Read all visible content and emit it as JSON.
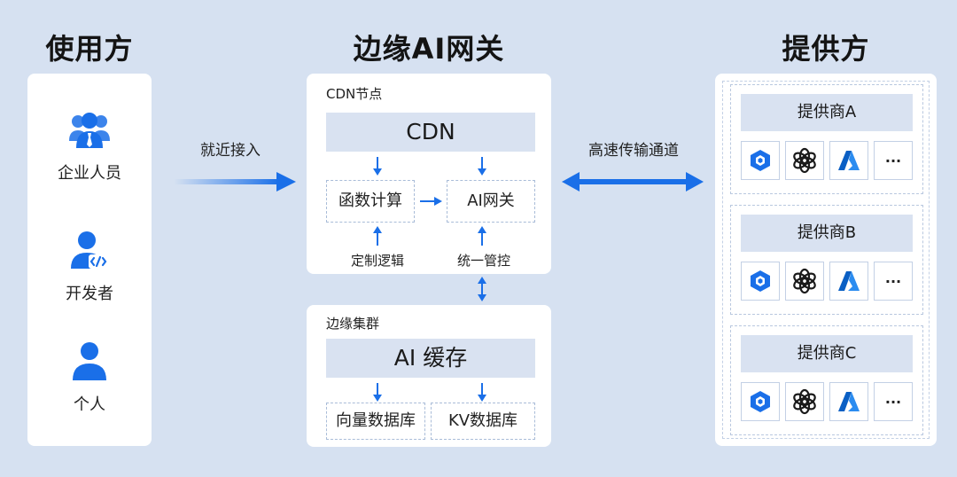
{
  "titles": {
    "users": "使用方",
    "gateway": "边缘AI网关",
    "providers": "提供方"
  },
  "users": [
    {
      "label": "企业人员",
      "icon": "enterprise-users-icon"
    },
    {
      "label": "开发者",
      "icon": "developer-icon"
    },
    {
      "label": "个人",
      "icon": "person-icon"
    }
  ],
  "access_label": "就近接入",
  "cdn_node": {
    "title": "CDN节点",
    "bar": "CDN",
    "function_compute": "函数计算",
    "ai_gateway": "AI网关",
    "custom_logic": "定制逻辑",
    "unified_control": "统一管控"
  },
  "edge_cluster": {
    "title": "边缘集群",
    "bar": "AI 缓存",
    "vector_db": "向量数据库",
    "kv_db": "KV数据库"
  },
  "channel_label": "高速传输通道",
  "providers": [
    {
      "name": "提供商A",
      "more": "..."
    },
    {
      "name": "提供商B",
      "more": "..."
    },
    {
      "name": "提供商C",
      "more": "..."
    }
  ],
  "colors": {
    "accent": "#1a6fe8",
    "panel_bar": "#d9e2f1",
    "background": "#d6e1f1"
  }
}
